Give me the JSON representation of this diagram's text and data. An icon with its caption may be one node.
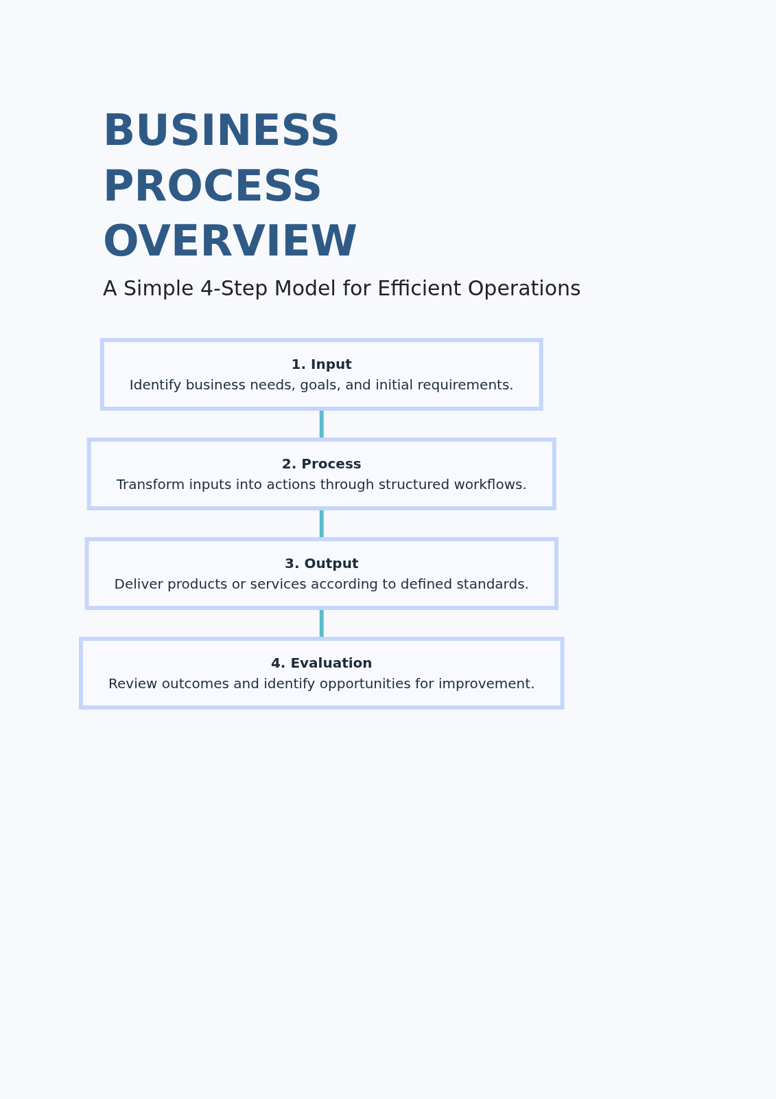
{
  "diagram": {
    "title": "BUSINESS PROCESS OVERVIEW",
    "caption": "A Simple 4-Step Model for Efficient Operations",
    "nodes": [
      {
        "text": [
          "1. Input",
          "Identify business needs, goals, and initial requirements."
        ]
      },
      {
        "text": [
          "2. Process",
          "Transform inputs into actions through structured workflows."
        ]
      },
      {
        "text": [
          "3. Output",
          "Deliver products or services according to defined standards."
        ]
      },
      {
        "text": [
          "4. Evaluation",
          "Review outcomes and identify opportunities for improvement."
        ]
      }
    ],
    "edges": [
      {
        "from": 0,
        "to": 1,
        "arrow": "none"
      },
      {
        "from": 1,
        "to": 2,
        "arrow": "none"
      },
      {
        "from": 2,
        "to": 3,
        "arrow": "none"
      }
    ]
  }
}
